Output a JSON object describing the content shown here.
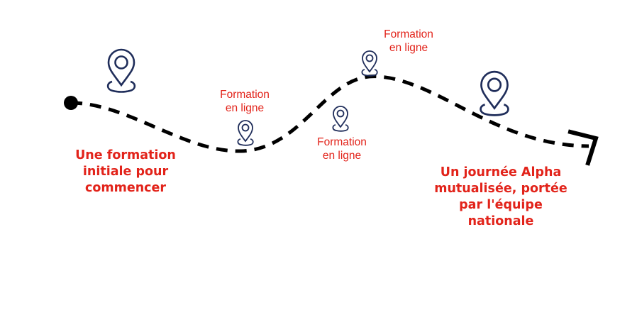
{
  "colors": {
    "accent": "#e2231a",
    "pin": "#1f2d5a",
    "path": "#000000"
  },
  "route": {
    "start_marker": "dot",
    "end_marker": "arrowhead",
    "line_style": "dashed"
  },
  "pins": [
    {
      "id": "start-pin",
      "icon": "map-pin-icon",
      "size": "large"
    },
    {
      "id": "online-1",
      "icon": "map-pin-icon",
      "size": "small"
    },
    {
      "id": "online-2",
      "icon": "map-pin-icon",
      "size": "small"
    },
    {
      "id": "online-3",
      "icon": "map-pin-icon",
      "size": "small"
    },
    {
      "id": "end-pin",
      "icon": "map-pin-icon",
      "size": "large"
    }
  ],
  "labels": {
    "start": "Une formation\ninitiale pour\ncommencer",
    "online_1": "Formation\nen ligne",
    "online_2": "Formation\nen ligne",
    "online_3": "Formation\nen ligne",
    "end": "Un journée Alpha\nmutualisée, portée\npar l'équipe\nnationale"
  }
}
